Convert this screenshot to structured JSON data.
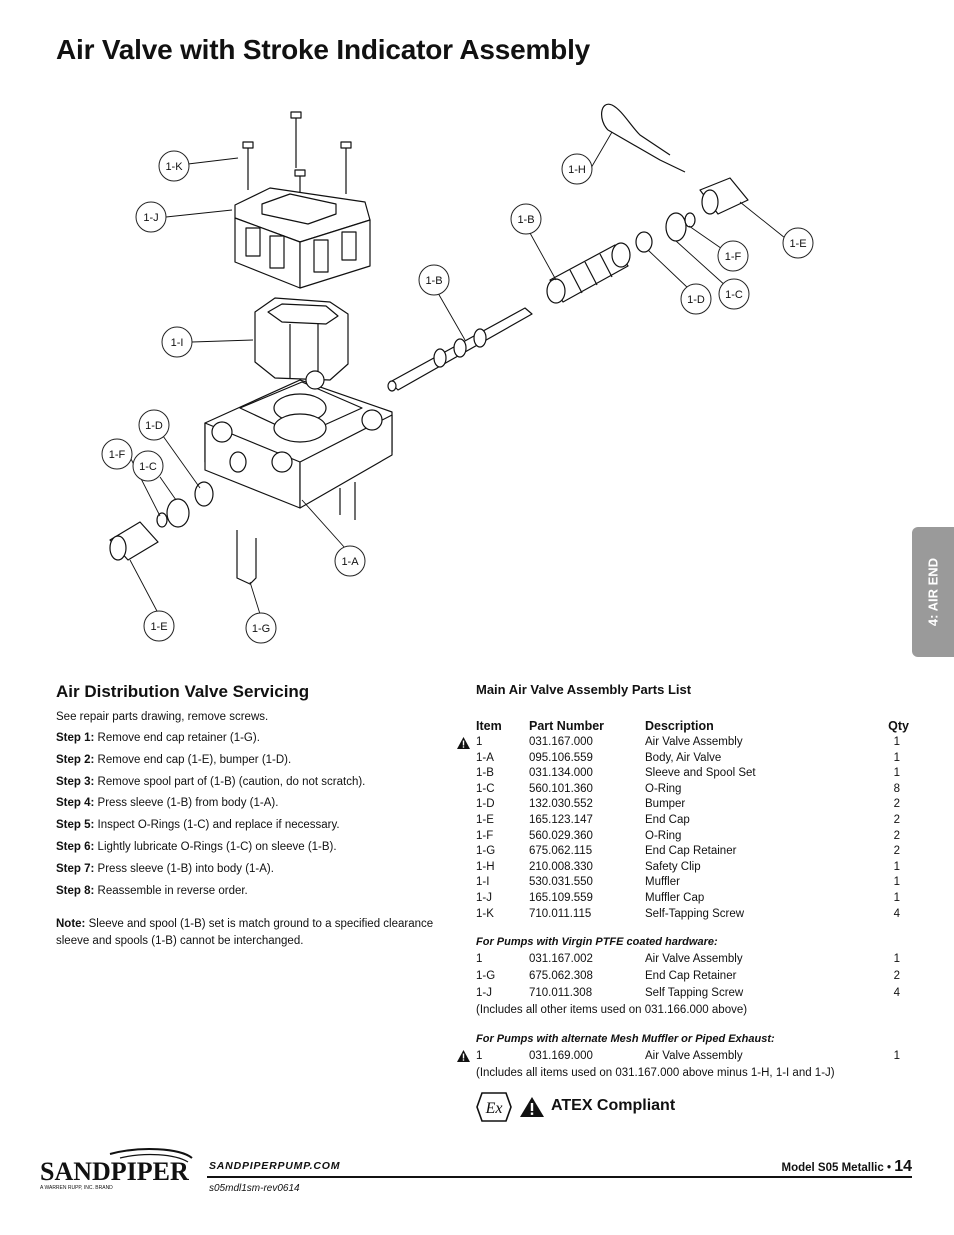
{
  "title": "Air Valve with Stroke Indicator Assembly",
  "side_tab": "4: AIR END",
  "callouts": {
    "k": "1-K",
    "j": "1-J",
    "i": "1-I",
    "b1": "1-B",
    "b2": "1-B",
    "h": "1-H",
    "e1": "1-E",
    "f1": "1-F",
    "c1": "1-C",
    "d1": "1-D",
    "d2": "1-D",
    "f2": "1-F",
    "c2": "1-C",
    "a": "1-A",
    "e2": "1-E",
    "g": "1-G"
  },
  "servicing": {
    "title": "Air Distribution Valve Servicing",
    "intro": "See repair parts drawing, remove screws.",
    "steps": [
      {
        "label": "Step 1:",
        "text": "Remove end cap retainer (1-G)."
      },
      {
        "label": "Step 2:",
        "text": "Remove end cap (1-E), bumper (1-D)."
      },
      {
        "label": "Step 3:",
        "text": "Remove spool part of (1-B) (caution, do not scratch)."
      },
      {
        "label": "Step 4:",
        "text": "Press sleeve (1-B) from body (1-A)."
      },
      {
        "label": "Step 5:",
        "text": "Inspect O-Rings (1-C) and replace if necessary."
      },
      {
        "label": "Step 6:",
        "text": "Lightly lubricate O-Rings (1-C) on sleeve (1-B)."
      },
      {
        "label": "Step 7:",
        "text": "Press sleeve (1-B) into body (1-A)."
      },
      {
        "label": "Step 8:",
        "text": "Reassemble in reverse order."
      }
    ],
    "note_label": "Note:",
    "note_text": "Sleeve and spool (1-B) set is match ground to a specified clearance sleeve and spools (1-B) cannot be interchanged."
  },
  "parts": {
    "title": "Main Air Valve Assembly Parts List",
    "headers": {
      "item": "Item",
      "part": "Part Number",
      "desc": "Description",
      "qty": "Qty"
    },
    "rows": [
      {
        "item": "1",
        "part": "031.167.000",
        "desc": "Air Valve Assembly",
        "qty": "1"
      },
      {
        "item": "1-A",
        "part": "095.106.559",
        "desc": "Body, Air Valve",
        "qty": "1"
      },
      {
        "item": "1-B",
        "part": "031.134.000",
        "desc": "Sleeve and Spool Set",
        "qty": "1"
      },
      {
        "item": "1-C",
        "part": "560.101.360",
        "desc": "O-Ring",
        "qty": "8"
      },
      {
        "item": "1-D",
        "part": "132.030.552",
        "desc": "Bumper",
        "qty": "2"
      },
      {
        "item": "1-E",
        "part": "165.123.147",
        "desc": "End Cap",
        "qty": "2"
      },
      {
        "item": "1-F",
        "part": "560.029.360",
        "desc": "O-Ring",
        "qty": "2"
      },
      {
        "item": "1-G",
        "part": "675.062.115",
        "desc": "End Cap Retainer",
        "qty": "2"
      },
      {
        "item": "1-H",
        "part": "210.008.330",
        "desc": "Safety Clip",
        "qty": "1"
      },
      {
        "item": "1-I",
        "part": "530.031.550",
        "desc": "Muffler",
        "qty": "1"
      },
      {
        "item": "1-J",
        "part": "165.109.559",
        "desc": "Muffler Cap",
        "qty": "1"
      },
      {
        "item": "1-K",
        "part": "710.011.115",
        "desc": "Self-Tapping Screw",
        "qty": "4"
      }
    ],
    "ptfe_title": "For Pumps with Virgin PTFE coated hardware:",
    "ptfe_rows": [
      {
        "item": "1",
        "part": "031.167.002",
        "desc": "Air Valve Assembly",
        "qty": "1"
      },
      {
        "item": "1-G",
        "part": "675.062.308",
        "desc": "End Cap Retainer",
        "qty": "2"
      },
      {
        "item": "1-J",
        "part": "710.011.308",
        "desc": "Self Tapping Screw",
        "qty": "4"
      }
    ],
    "ptfe_note": "(Includes all other items used on 031.166.000 above)",
    "mesh_title": "For Pumps with alternate Mesh  Muffler or Piped Exhaust:",
    "mesh_rows": [
      {
        "item": "1",
        "part": "031.169.000",
        "desc": "Air Valve Assembly",
        "qty": "1"
      }
    ],
    "mesh_note": "(Includes all items used on 031.167.000 above minus 1-H, 1-I and 1-J)"
  },
  "atex": {
    "label": "ATEX Compliant",
    "ex_mark": "Ex"
  },
  "footer": {
    "logo": "SANDPIPER",
    "logo_sub": "A WARREN RUPP, INC. BRAND",
    "website": "SANDPIPERPUMP.COM",
    "doc_ref": "s05mdl1sm-rev0614",
    "model": "Model S05 Metallic •",
    "page": "14"
  }
}
